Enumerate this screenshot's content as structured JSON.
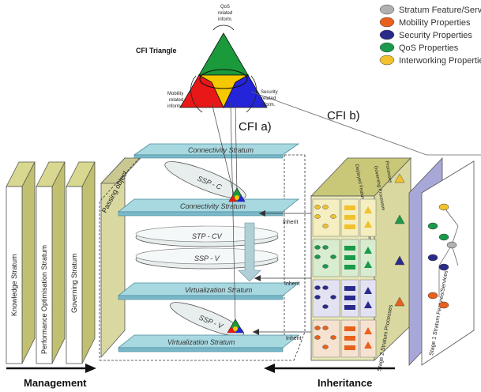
{
  "triangle": {
    "title": "CFI Triangle",
    "qos_label_1": "QoS",
    "qos_label_2": "related",
    "qos_label_3": "inform.",
    "mob_label_1": "Mobility",
    "mob_label_2": "related",
    "mob_label_3": "inform.",
    "sec_label_1": "Security",
    "sec_label_2": "related",
    "sec_label_3": "inform."
  },
  "legend": [
    {
      "label": "Stratum Feature/Servi",
      "color": "#b0b0b0"
    },
    {
      "label": "Mobility Properties",
      "color": "#e8601c"
    },
    {
      "label": "Security Properties",
      "color": "#2a2a8a"
    },
    {
      "label": "QoS Properties",
      "color": "#1a9a4a"
    },
    {
      "label": "Interworking Properties",
      "color": "#f2c12e"
    }
  ],
  "labels": {
    "cfi_a": "CFI a)",
    "cfi_b": "CFI b)",
    "passing_object": "Passing object"
  },
  "strata": {
    "connectivity_top": "Connectivity Stratum",
    "ssp_c": "SSP - C",
    "connectivity_bottom": "Connectivity Stratum",
    "stp_cv": "STP - CV",
    "ssp_v_mid": "SSP - V",
    "virtualization_top": "Virtualization Stratum",
    "ssp_v_low": "SSP - V",
    "virtualization_bottom": "Virtualization Stratum"
  },
  "panels": {
    "knowledge": "Knowledge Stratum",
    "performance": "Performance Optimisation Stratum",
    "governing": "Governing Stratum"
  },
  "inherit": {
    "i1": "Inherit",
    "i2": "Inherit",
    "i3": "Inherit"
  },
  "stages": {
    "col1": "Deployed Features/Services Stratum",
    "col2": "Governing Processes",
    "col3": "Processes",
    "stage2": "Stage 2 Stratum Processes",
    "stage1": "Stage 1 Stratum Features/Services"
  },
  "arrows": {
    "management": "Management",
    "inheritance": "Inheritance"
  }
}
